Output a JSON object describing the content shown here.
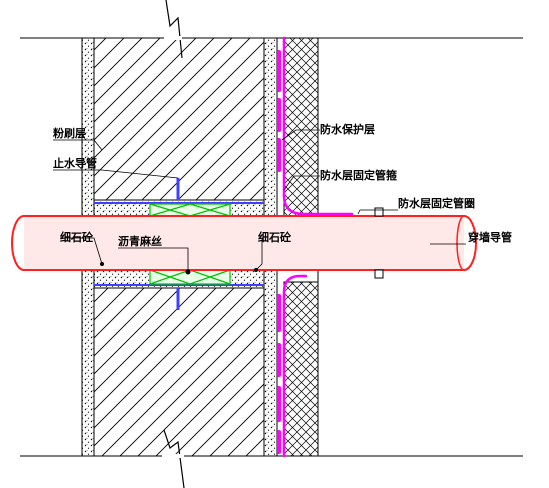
{
  "labels": {
    "plaster_layer": "粉刷层",
    "stop_water_pipe": "止水导管",
    "fine_stone_concrete_left": "细石砼",
    "asphalt_hemp": "沥青麻丝",
    "fine_stone_concrete_right": "细石砼",
    "waterproof_protection_layer": "防水保护层",
    "waterproof_fixing_hoop": "防水层固定管箍",
    "waterproof_fixing_ring": "防水层固定管圈",
    "wall_penetration_pipe": "穿墙导管"
  },
  "colors": {
    "line": "#000000",
    "waterproof": "#ff00ff",
    "hoop": "#4040ff",
    "packing": "#00c000",
    "pipe": "#ff2020"
  }
}
